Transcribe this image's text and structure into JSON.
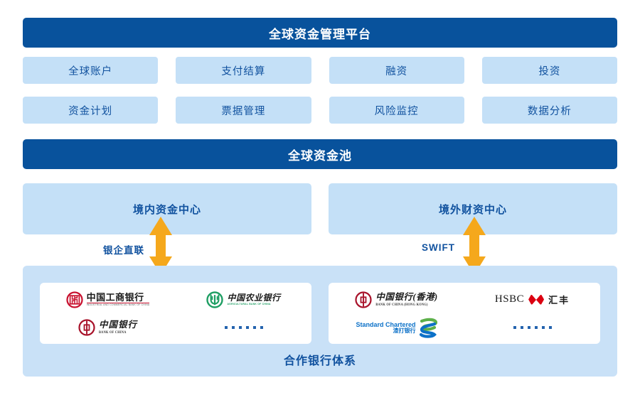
{
  "platform": {
    "title": "全球资金管理平台"
  },
  "modules": [
    {
      "label": "全球账户"
    },
    {
      "label": "支付结算"
    },
    {
      "label": "融资"
    },
    {
      "label": "投资"
    },
    {
      "label": "资金计划"
    },
    {
      "label": "票据管理"
    },
    {
      "label": "风险监控"
    },
    {
      "label": "数据分析"
    }
  ],
  "pool": {
    "title": "全球资金池"
  },
  "centers": [
    {
      "label": "境内资金中心"
    },
    {
      "label": "境外财资中心"
    }
  ],
  "connectors": [
    {
      "label": "银企直联",
      "icon": "double-arrow-vertical-icon"
    },
    {
      "label": "SWIFT",
      "icon": "double-arrow-vertical-icon"
    }
  ],
  "partners": {
    "label": "合作银行体系",
    "domestic": [
      {
        "name_cn": "中国工商银行",
        "name_en": "INDUSTRIAL AND COMMERCIAL BANK OF CHINA",
        "mark": "icbc-seal-icon"
      },
      {
        "name_cn": "中国农业银行",
        "name_en": "AGRICULTURAL BANK OF CHINA",
        "mark": "abc-seal-icon"
      },
      {
        "name_cn": "中国银行",
        "name_en": "BANK OF CHINA",
        "mark": "boc-seal-icon"
      },
      {
        "name_cn": "......",
        "name_en": "",
        "mark": "ellipsis-dots-icon"
      }
    ],
    "offshore": [
      {
        "name_cn": "中国银行(香港)",
        "name_en": "BANK OF CHINA (HONG KONG)",
        "mark": "bochk-seal-icon"
      },
      {
        "name_cn": "HSBC 汇丰",
        "name_en": "",
        "mark": "hsbc-hexagon-icon"
      },
      {
        "name_cn": "渣打银行",
        "name_en": "Standard Chartered",
        "mark": "standard-chartered-helix-icon"
      },
      {
        "name_cn": "......",
        "name_en": "",
        "mark": "ellipsis-dots-icon"
      }
    ]
  },
  "colors": {
    "band_blue": "#08529C",
    "box_blue": "#C4E0F7",
    "panel_blue": "#C9E1F7",
    "text_blue": "#11529F",
    "arrow_orange": "#F5A81C",
    "icbc_red": "#C8102E",
    "abc_green": "#1E9E63",
    "boc_red": "#A8122A",
    "hsbc_red": "#DB0011",
    "sc_blue": "#0C71C8",
    "sc_green": "#5DB04A"
  }
}
